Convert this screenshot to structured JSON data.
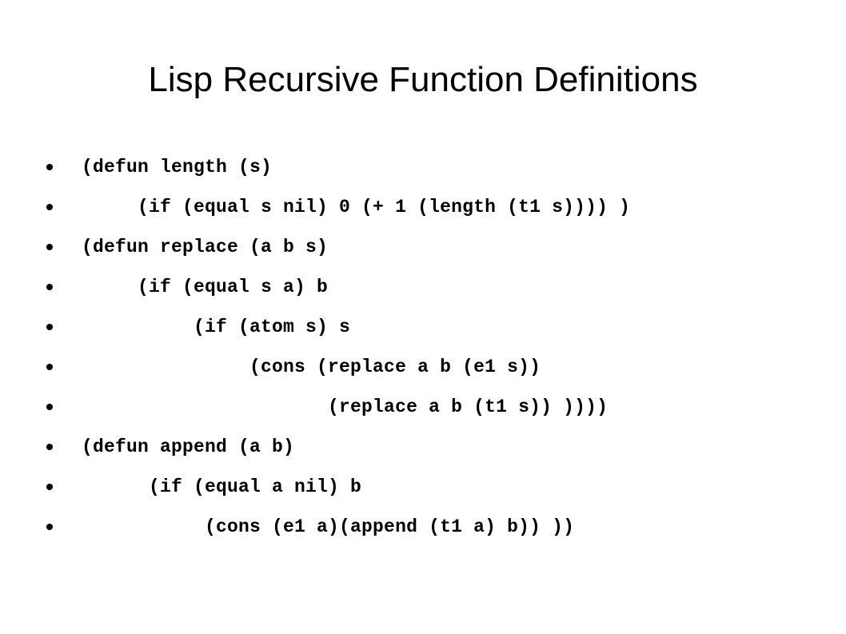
{
  "slide": {
    "title": "Lisp Recursive Function Definitions",
    "lines": [
      "(defun length (s)",
      "     (if (equal s nil) 0 (+ 1 (length (t1 s)))) )",
      "(defun replace (a b s)",
      "     (if (equal s a) b",
      "          (if (atom s) s",
      "               (cons (replace a b (e1 s))",
      "                      (replace a b (t1 s)) ))))",
      "(defun append (a b)",
      "      (if (equal a nil) b",
      "           (cons (e1 a)(append (t1 a) b)) ))"
    ]
  }
}
